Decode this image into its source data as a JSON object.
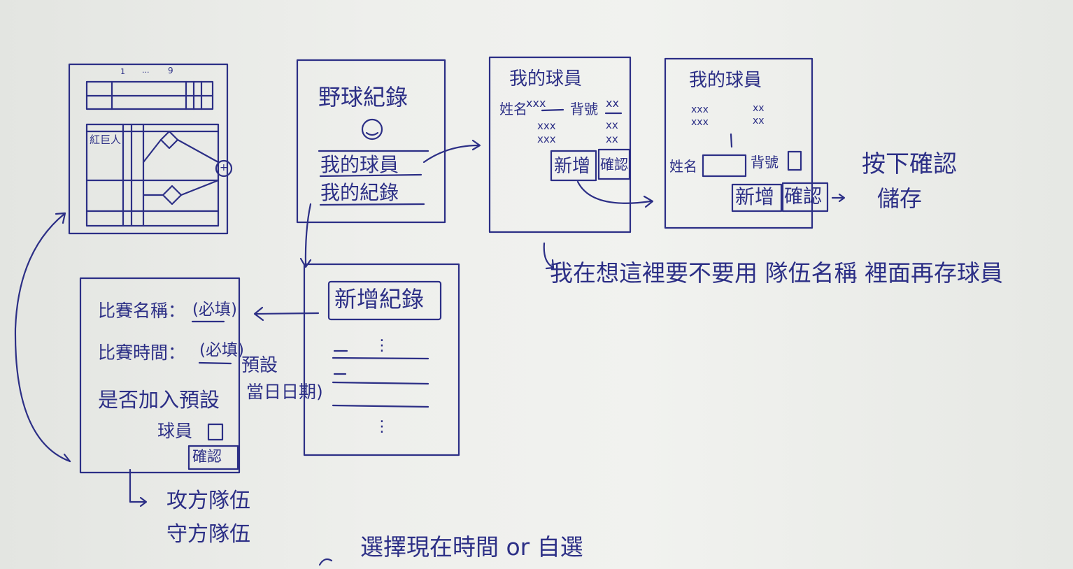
{
  "home": {
    "title": "野球紀錄",
    "menu_players": "我的球員",
    "menu_records": "我的紀錄"
  },
  "players_list": {
    "title": "我的球員",
    "name_label": "姓名",
    "name_value": "xxx",
    "number_label": "背號",
    "number_value": "xx",
    "placeholder_xxx": "xxx",
    "placeholder_xx": "xx",
    "add_button": "新增",
    "confirm_button": "確認"
  },
  "player_add": {
    "title": "我的球員",
    "name_label": "姓名",
    "number_label": "背號",
    "add_button": "新增",
    "confirm_button": "確認"
  },
  "save_note": {
    "line1": "按下確認",
    "line2": "儲存"
  },
  "question_note": "我在想這裡要不要用 隊伍名稱 裡面再存球員",
  "records": {
    "add_button": "新增紀錄",
    "dots": "⋮"
  },
  "game_form": {
    "game_name": "比賽名稱：",
    "required": "(必填)",
    "game_time": "比賽時間：",
    "default_players": "是否加入預設",
    "players_word": "球員",
    "confirm_button": "確認"
  },
  "default_date_note": {
    "line1": "預設",
    "line2": "當日日期)"
  },
  "teams_note": {
    "line1": "攻方隊伍",
    "line2": "守方隊伍"
  },
  "time_note": "選擇現在時間 or 自選",
  "scoresheet": {
    "inning_1": "1",
    "inning_dots": "...",
    "inning_9": "9",
    "order_label": "紅巨人",
    "plus": "+"
  },
  "colors": {
    "ink": "#2c2f86",
    "paper": "#eceeeb"
  }
}
